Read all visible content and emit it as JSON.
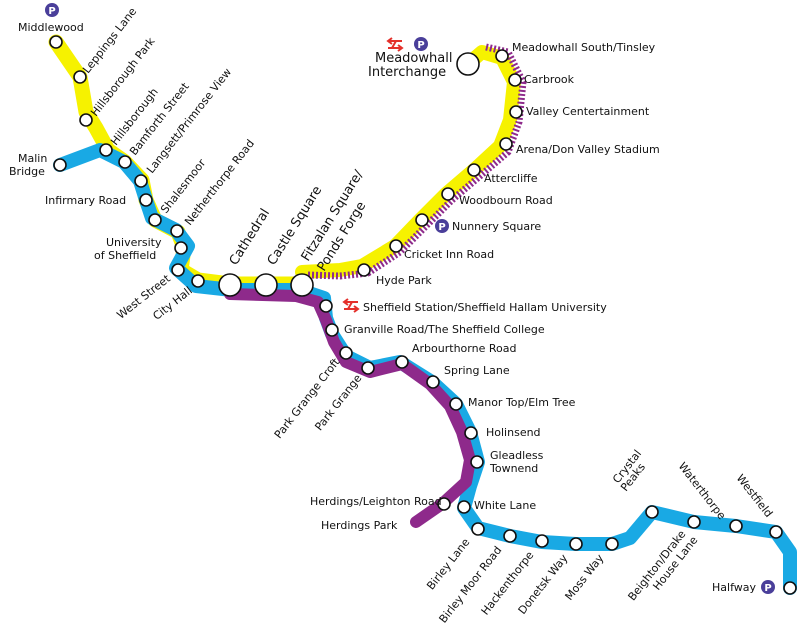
{
  "colors": {
    "yellow": "#f6f200",
    "blue": "#19a9e4",
    "purple": "#8e2a8b",
    "park_ride": "#4a3f9a",
    "rail": "#e4302b"
  },
  "icons": {
    "park_ride": "P",
    "rail": "national-rail-icon"
  },
  "stations": {
    "middlewood": "Middlewood",
    "leppings_lane": "Leppings Lane",
    "hillsborough_park": "Hillsborough Park",
    "hillsborough": "Hillsborough",
    "bamforth_street": "Bamforth Street",
    "langsett": "Langsett/Primrose View",
    "malin_bridge_1": "Malin",
    "malin_bridge_2": "Bridge",
    "infirmary_road": "Infirmary Road",
    "shalesmoor": "Shalesmoor",
    "netherthorpe_road": "Netherthorpe Road",
    "university_1": "University",
    "university_2": "of Sheffield",
    "west_street": "West Street",
    "city_hall": "City Hall",
    "cathedral": "Cathedral",
    "castle_square": "Castle Square",
    "fitzalan_1": "Fitzalan Square/",
    "fitzalan_2": "Ponds Forge",
    "hyde_park": "Hyde Park",
    "cricket_inn_road": "Cricket Inn Road",
    "nunnery_square": "Nunnery Square",
    "woodbourn_road": "Woodbourn Road",
    "attercliffe": "Attercliffe",
    "arena": "Arena/Don Valley Stadium",
    "valley_centertainment": "Valley Centertainment",
    "carbrook": "Carbrook",
    "meadowhall_south": "Meadowhall South/Tinsley",
    "meadowhall_1": "Meadowhall",
    "meadowhall_2": "Interchange",
    "sheffield_station": "Sheffield Station/Sheffield Hallam University",
    "granville_road": "Granville Road/The Sheffield College",
    "park_grange_croft": "Park Grange Croft",
    "park_grange": "Park Grange",
    "arbourthorne_road": "Arbourthorne Road",
    "spring_lane": "Spring Lane",
    "manor_top": "Manor Top/Elm Tree",
    "hollinsend": "Holinsend",
    "gleadless_1": "Gleadless",
    "gleadless_2": "Townend",
    "herdings_leighton": "Herdings/Leighton Road",
    "herdings_park": "Herdings Park",
    "white_lane": "White Lane",
    "birley_lane": "Birley Lane",
    "birley_moor_road": "Birley Moor Road",
    "hackenthorpe": "Hackenthorpe",
    "donetsk_way": "Donetsk Way",
    "moss_way": "Moss Way",
    "crystal_1": "Crystal",
    "crystal_2": "Peaks",
    "beighton_1": "Beighton/Drake",
    "beighton_2": "House Lane",
    "waterthorpe": "Waterthorpe",
    "westfield": "Westfield",
    "halfway": "Halfway"
  }
}
